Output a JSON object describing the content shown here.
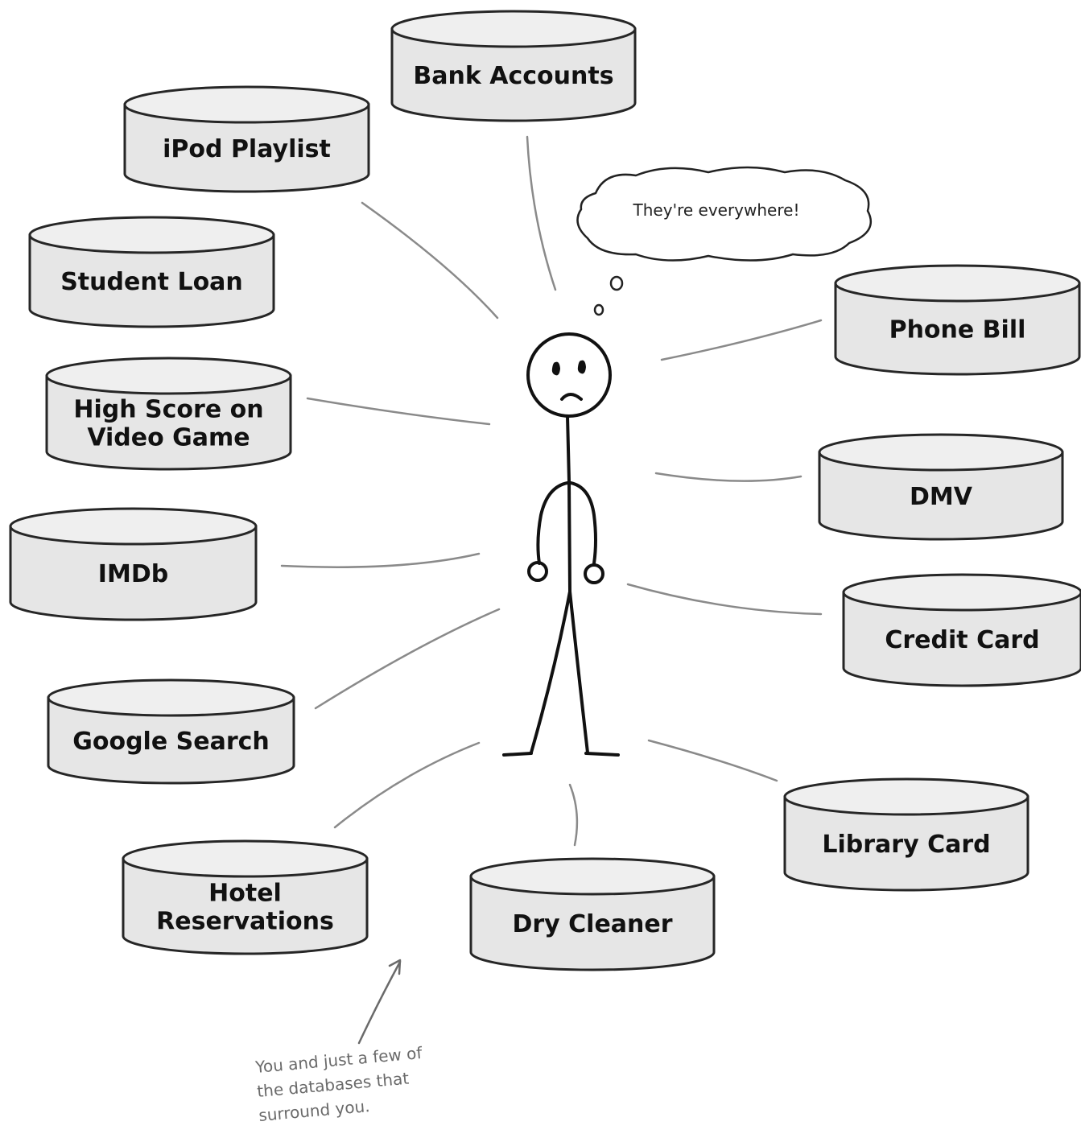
{
  "databases": [
    {
      "id": "bank-accounts",
      "lines": [
        "Bank Accounts"
      ]
    },
    {
      "id": "ipod-playlist",
      "lines": [
        "iPod Playlist"
      ]
    },
    {
      "id": "student-loan",
      "lines": [
        "Student Loan"
      ]
    },
    {
      "id": "high-score",
      "lines": [
        "High Score on",
        "Video Game"
      ]
    },
    {
      "id": "imdb",
      "lines": [
        "IMDb"
      ]
    },
    {
      "id": "google-search",
      "lines": [
        "Google Search"
      ]
    },
    {
      "id": "hotel-reservations",
      "lines": [
        "Hotel",
        "Reservations"
      ]
    },
    {
      "id": "dry-cleaner",
      "lines": [
        "Dry Cleaner"
      ]
    },
    {
      "id": "library-card",
      "lines": [
        "Library Card"
      ]
    },
    {
      "id": "credit-card",
      "lines": [
        "Credit Card"
      ]
    },
    {
      "id": "dmv",
      "lines": [
        "DMV"
      ]
    },
    {
      "id": "phone-bill",
      "lines": [
        "Phone Bill"
      ]
    }
  ],
  "thought_bubble": {
    "text": "They're everywhere!"
  },
  "annotation": {
    "lines": [
      "You and just a few of",
      "the databases that",
      "surround you."
    ]
  }
}
